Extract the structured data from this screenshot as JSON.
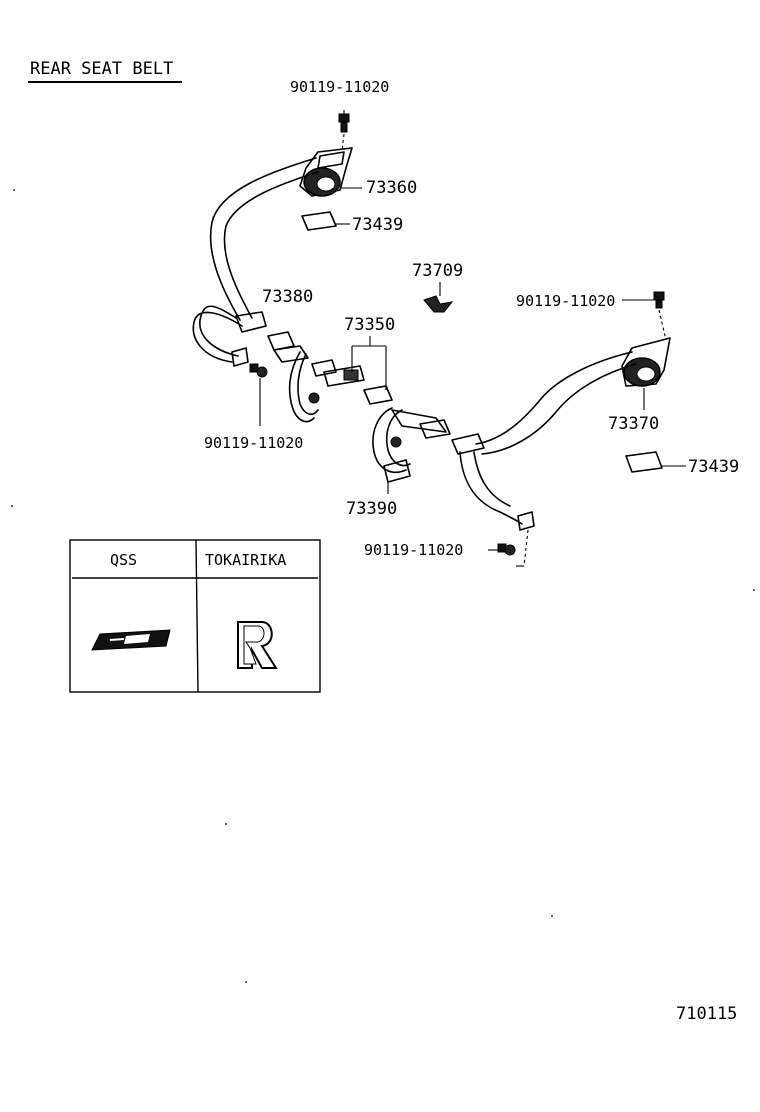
{
  "title": "REAR SEAT BELT",
  "parts": {
    "bolt_top": "90119-11020",
    "retractor_left": "73360",
    "cover_left": "73439",
    "clip": "73709",
    "bolt_right": "90119-11020",
    "buckle_right": "73380",
    "buckle_center": "73350",
    "bolt_left_lower": "90119-11020",
    "buckle_lower": "73390",
    "retractor_right": "73370",
    "cover_right": "73439",
    "bolt_bottom": "90119-11020"
  },
  "maker_table": {
    "headers": [
      "QSS",
      "TOKAIRIKA"
    ]
  },
  "code": "710115"
}
